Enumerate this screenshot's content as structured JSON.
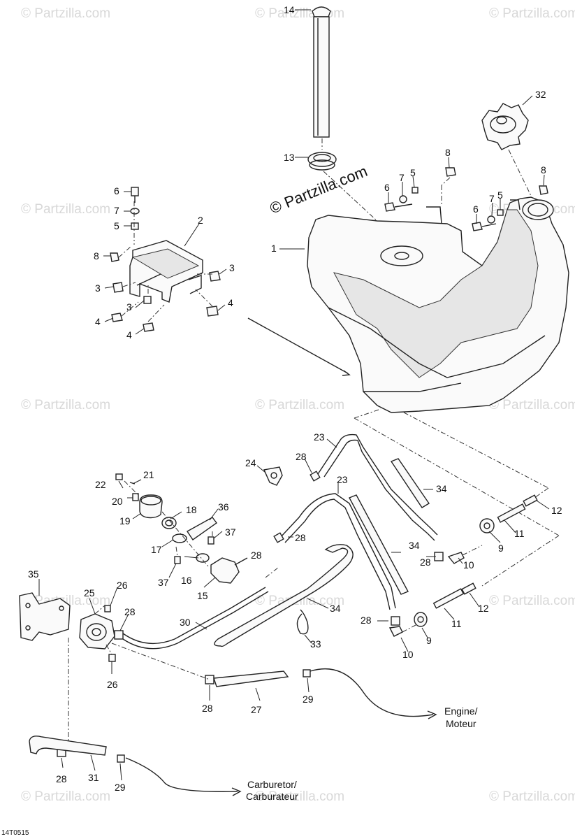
{
  "watermark": "© Partzilla.com",
  "brand_watermark": "© Partzilla.com",
  "diagram_code": "14T0515",
  "callouts": [
    "14",
    "13",
    "32",
    "8",
    "7",
    "5",
    "6",
    "1",
    "2",
    "3",
    "4",
    "23",
    "24",
    "28",
    "22",
    "21",
    "20",
    "19",
    "18",
    "36",
    "37",
    "17",
    "16",
    "15",
    "34",
    "12",
    "11",
    "9",
    "10",
    "35",
    "26",
    "25",
    "30",
    "33",
    "27",
    "29",
    "31"
  ],
  "destinations": {
    "engine_line1": "Engine/",
    "engine_line2": "Moteur",
    "carb_line1": "Carburetor/",
    "carb_line2": "Carburateur"
  },
  "colors": {
    "ink": "#222222",
    "watermark": "#d8d8d8",
    "background": "#ffffff"
  }
}
